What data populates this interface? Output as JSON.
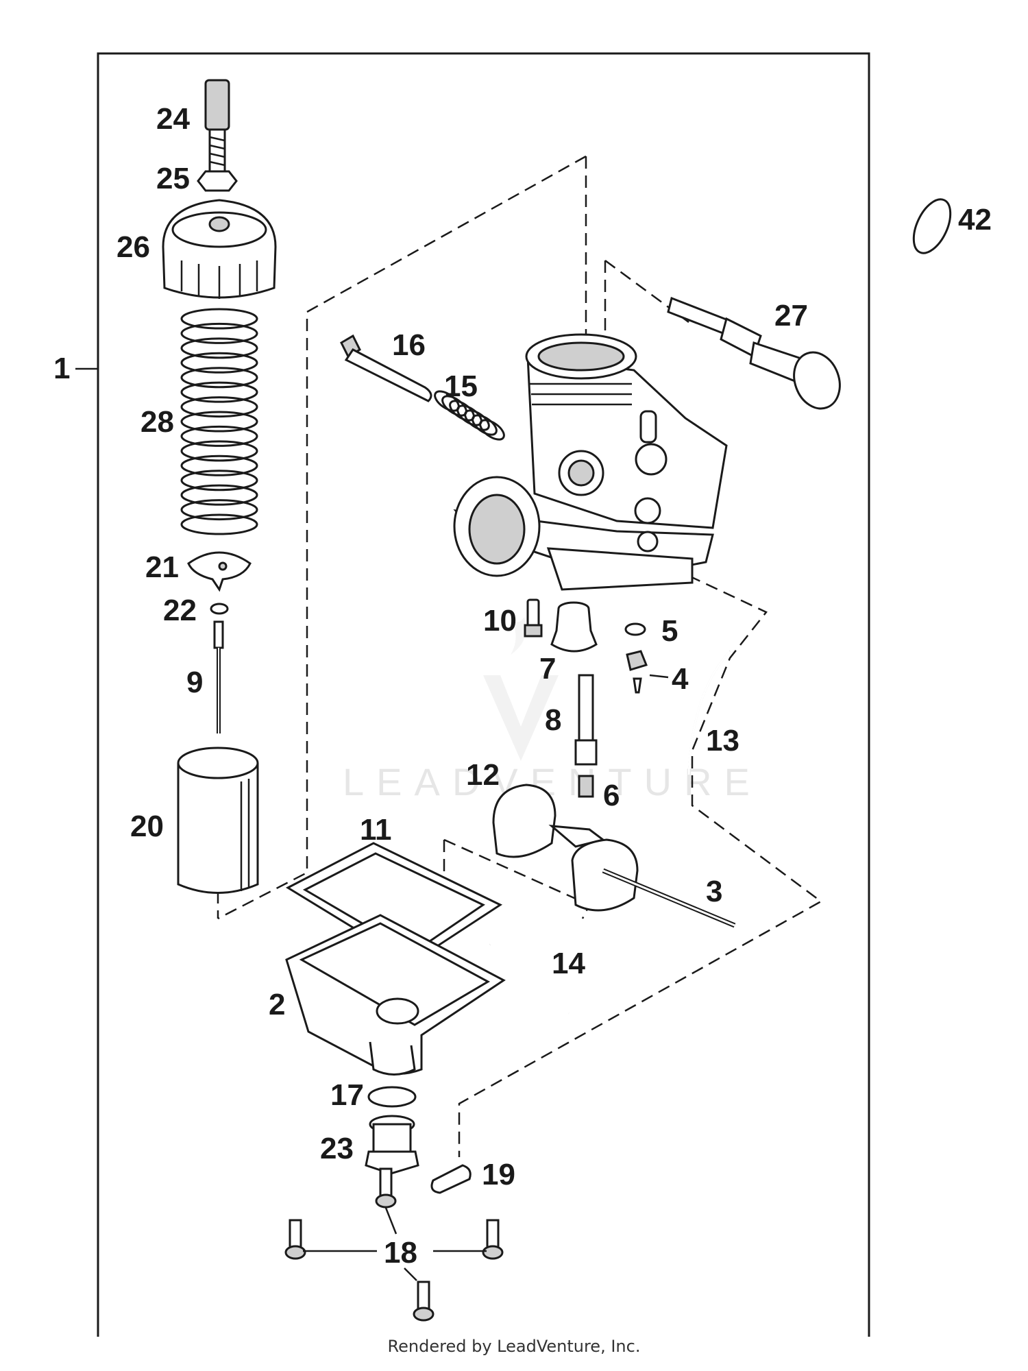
{
  "callouts": {
    "c1": "1",
    "c2": "2",
    "c3": "3",
    "c4": "4",
    "c5": "5",
    "c6": "6",
    "c7": "7",
    "c8": "8",
    "c9": "9",
    "c10": "10",
    "c11": "11",
    "c12": "12",
    "c13": "13",
    "c14": "14",
    "c15": "15",
    "c16": "16",
    "c17": "17",
    "c18": "18",
    "c19": "19",
    "c20": "20",
    "c21": "21",
    "c22": "22",
    "c23": "23",
    "c24": "24",
    "c25": "25",
    "c26": "26",
    "c27": "27",
    "c28": "28",
    "c42": "42"
  },
  "watermark": "LEADVENTURE",
  "footer": "Rendered by LeadVenture, Inc."
}
